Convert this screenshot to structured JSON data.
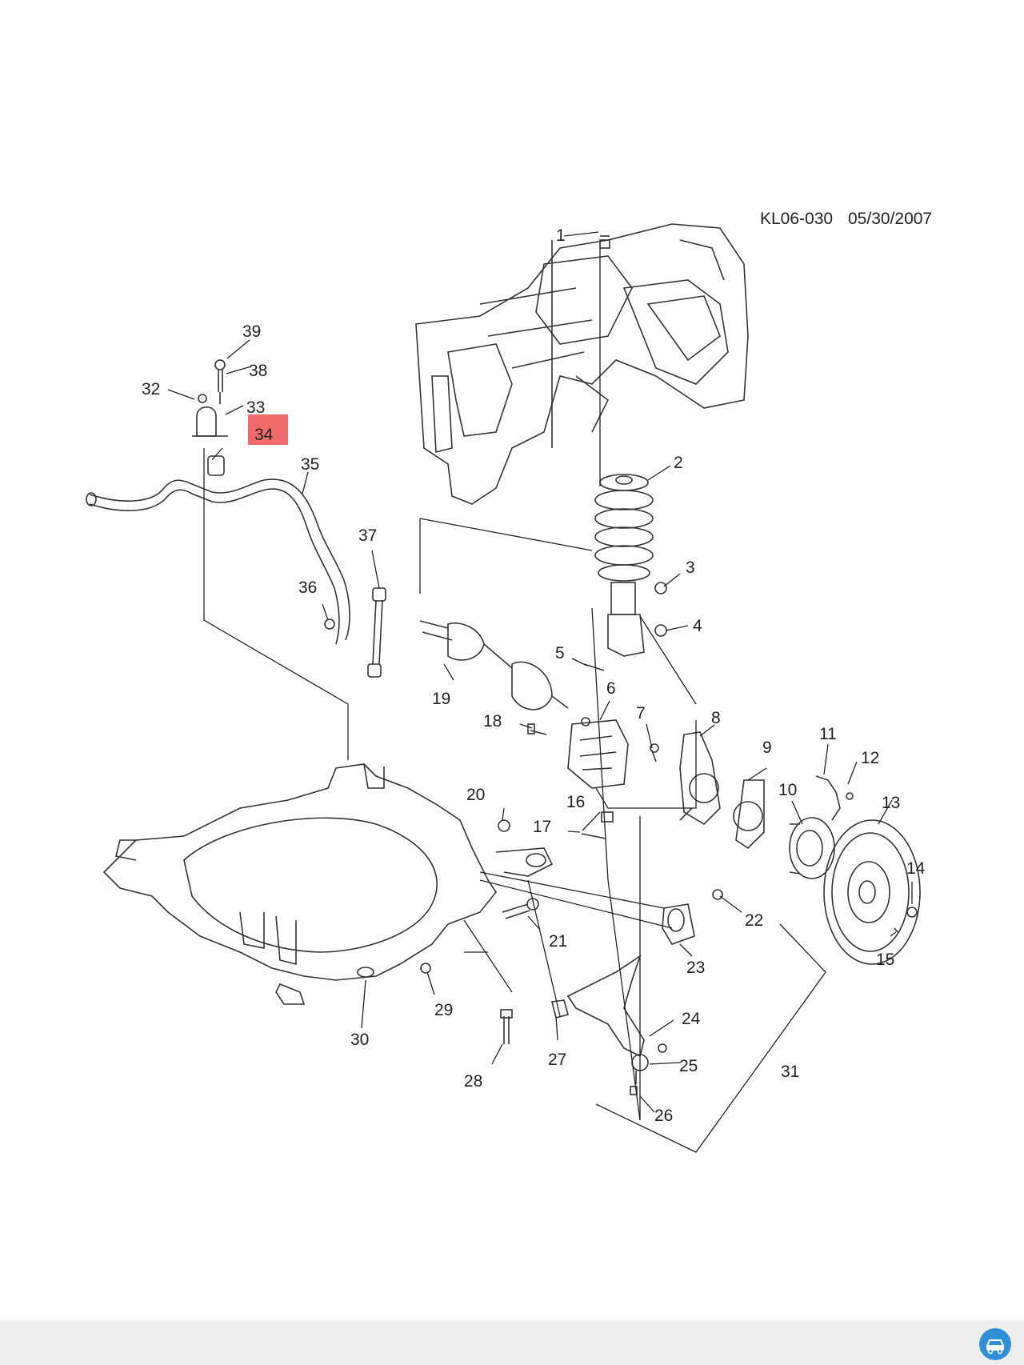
{
  "diagram": {
    "reference_code": "KL06-030",
    "date": "05/30/2007",
    "highlighted_callout": "34",
    "highlight_color": "#f05a5a",
    "line_color": "#222222",
    "part_numbers": [
      "1",
      "2",
      "3",
      "4",
      "5",
      "6",
      "7",
      "8",
      "9",
      "10",
      "11",
      "12",
      "13",
      "14",
      "15",
      "16",
      "17",
      "18",
      "19",
      "20",
      "21",
      "22",
      "23",
      "24",
      "25",
      "26",
      "27",
      "28",
      "29",
      "30",
      "31",
      "32",
      "33",
      "35",
      "36",
      "37",
      "38",
      "39"
    ]
  },
  "footer": {
    "app_icon": "car-app-icon",
    "accent": "#2f8fd6"
  }
}
